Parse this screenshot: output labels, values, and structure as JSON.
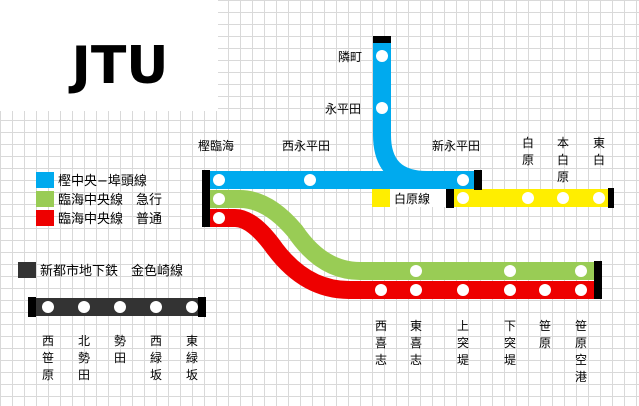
{
  "logo": {
    "text": "JTU",
    "color": "#6dbb87"
  },
  "colors": {
    "blue": "#00aaee",
    "green": "#99cc55",
    "red": "#ee0000",
    "yellow": "#ffee00",
    "black": "#333333"
  },
  "legend": {
    "blue": "樫中央−埠頭線",
    "green": "臨海中央線　急行",
    "red": "臨海中央線　普通",
    "subway": "新都市地下鉄　金色崎線"
  },
  "blue_vertical_stations": [
    "隣町",
    "永平田"
  ],
  "top_stations": [
    "樫臨海",
    "西永平田",
    "新永平田"
  ],
  "shirahara_line": {
    "label": "白原線",
    "stations": [
      "白原",
      "本白原",
      "東白"
    ]
  },
  "bottom_stations": [
    "西喜志",
    "東喜志",
    "上突堤",
    "下突堤",
    "笹原",
    "笹原空港"
  ],
  "subway_stations": [
    "西笹原",
    "北勢田",
    "勢田",
    "西緑坂",
    "東緑坂"
  ]
}
